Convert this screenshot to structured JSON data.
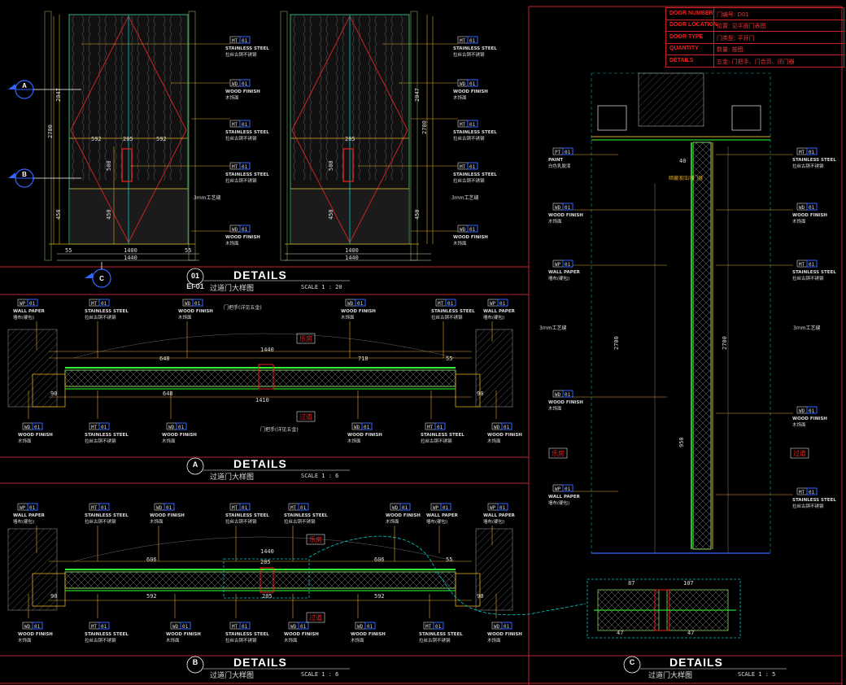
{
  "sheet": {
    "panels": [
      {
        "id": "01",
        "marker": "01",
        "sheet_ref": "EI-01",
        "title": "DETAILS",
        "subtitle": "过道门大样图",
        "scale": "SCALE 1 : 20"
      },
      {
        "id": "A",
        "marker": "A",
        "title": "DETAILS",
        "subtitle": "过道门大样图",
        "scale": "SCALE 1 : 6"
      },
      {
        "id": "B",
        "marker": "B",
        "title": "DETAILS",
        "subtitle": "过道门大样图",
        "scale": "SCALE 1 : 6"
      },
      {
        "id": "C",
        "marker": "C",
        "title": "DETAILS",
        "subtitle": "过道门大样图",
        "scale": "SCALE 1 : 5"
      }
    ],
    "section_markers": [
      "A",
      "B",
      "C"
    ]
  },
  "title_block": [
    {
      "key": "DOOR NUMBER",
      "value": "门编号: D01"
    },
    {
      "key": "DOOR LOCATION",
      "value": "位置: 见平面门表图"
    },
    {
      "key": "DOOR TYPE",
      "value": "门类型: 平开门"
    },
    {
      "key": "QUANTITY",
      "value": "数量: 按图"
    },
    {
      "key": "DETAILS",
      "value": "五金: 门把手、门合页、闭门器"
    }
  ],
  "callouts": {
    "st": {
      "code": "MT",
      "num": "01",
      "en": "STAINLESS STEEL",
      "cn": "拉丝古铜不锈钢"
    },
    "wd": {
      "code": "WD",
      "num": "01",
      "en": "WOOD FINISH",
      "cn": "木饰面"
    },
    "wp": {
      "code": "WP",
      "num": "01",
      "en": "WALL PAPER",
      "cn": "墙布(硬包)"
    },
    "pt": {
      "code": "PT",
      "num": "01",
      "en": "PAINT",
      "cn": "白色乳胶漆"
    }
  },
  "notes": {
    "groove": "3mm工艺缝",
    "handle": "门把手(详见五金)",
    "room_a": "乐房",
    "room_b": "过道",
    "hinge_note": "暗藏液压闭门器"
  },
  "dims": {
    "door_width": "1440",
    "door_leaf": "1400",
    "door_height": "2700",
    "upper": "2047",
    "lower": "450",
    "handle": "500",
    "margin": "55",
    "half_a": "592",
    "center": "205",
    "sec_a_left": "648",
    "sec_a_right": "718",
    "sec_a_mid": "1410",
    "sec_a_end": "90",
    "sec_b_left": "606",
    "sec_b_right": "606",
    "sec_b_mid": "1440",
    "sec_b_low": "592",
    "det_c_1": "87",
    "det_c_2": "107",
    "det_c_3": "47",
    "sec_c_h": "950",
    "sec_c_top": "40"
  }
}
